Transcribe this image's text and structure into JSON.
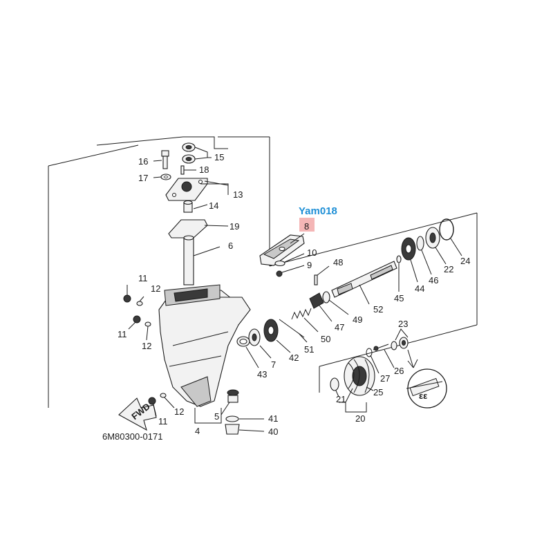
{
  "diagram": {
    "tag_label": "Yam018",
    "highlight_color": "#f4b6b6",
    "tag_color": "#1e8fd6",
    "code_label": "6M80300-0171",
    "fwd_label": "FWD",
    "grease_label": "εε",
    "callouts": [
      {
        "id": "c16",
        "text": "16"
      },
      {
        "id": "c15",
        "text": "15"
      },
      {
        "id": "c18",
        "text": "18"
      },
      {
        "id": "c17",
        "text": "17"
      },
      {
        "id": "c13",
        "text": "13"
      },
      {
        "id": "c14",
        "text": "14"
      },
      {
        "id": "c19",
        "text": "19"
      },
      {
        "id": "c6",
        "text": "6"
      },
      {
        "id": "c8",
        "text": "8"
      },
      {
        "id": "c10",
        "text": "10"
      },
      {
        "id": "c9",
        "text": "9"
      },
      {
        "id": "c48",
        "text": "48"
      },
      {
        "id": "c24",
        "text": "24"
      },
      {
        "id": "c22",
        "text": "22"
      },
      {
        "id": "c46",
        "text": "46"
      },
      {
        "id": "c44",
        "text": "44"
      },
      {
        "id": "c45",
        "text": "45"
      },
      {
        "id": "c52",
        "text": "52"
      },
      {
        "id": "c49",
        "text": "49"
      },
      {
        "id": "c47",
        "text": "47"
      },
      {
        "id": "c50",
        "text": "50"
      },
      {
        "id": "c51",
        "text": "51"
      },
      {
        "id": "c42",
        "text": "42"
      },
      {
        "id": "c7",
        "text": "7"
      },
      {
        "id": "c43",
        "text": "43"
      },
      {
        "id": "c11a",
        "text": "11"
      },
      {
        "id": "c12a",
        "text": "12"
      },
      {
        "id": "c11b",
        "text": "11"
      },
      {
        "id": "c12b",
        "text": "12"
      },
      {
        "id": "c11c",
        "text": "11"
      },
      {
        "id": "c12c",
        "text": "12"
      },
      {
        "id": "c5",
        "text": "5"
      },
      {
        "id": "c4",
        "text": "4"
      },
      {
        "id": "c41",
        "text": "41"
      },
      {
        "id": "c40",
        "text": "40"
      },
      {
        "id": "c23",
        "text": "23"
      },
      {
        "id": "c26",
        "text": "26"
      },
      {
        "id": "c27",
        "text": "27"
      },
      {
        "id": "c25",
        "text": "25"
      },
      {
        "id": "c21",
        "text": "21"
      },
      {
        "id": "c20",
        "text": "20"
      }
    ]
  }
}
